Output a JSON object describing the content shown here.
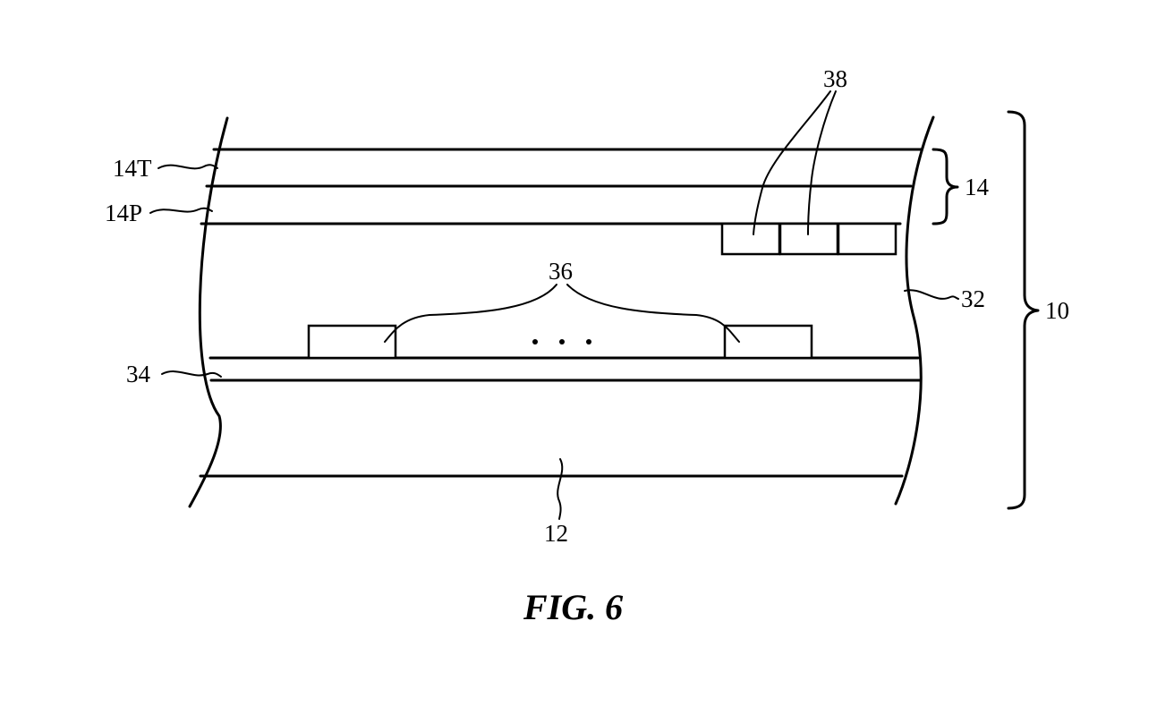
{
  "figure": {
    "caption": "FIG. 6",
    "labels": {
      "device": "10",
      "substrate": "12",
      "display_stack": "14",
      "touch_layer": "14T",
      "pixel_layer": "14P",
      "interior_region": "32",
      "support_layer": "34",
      "lower_components": "36",
      "upper_components": "38"
    },
    "ellipsis": "· · ·"
  }
}
